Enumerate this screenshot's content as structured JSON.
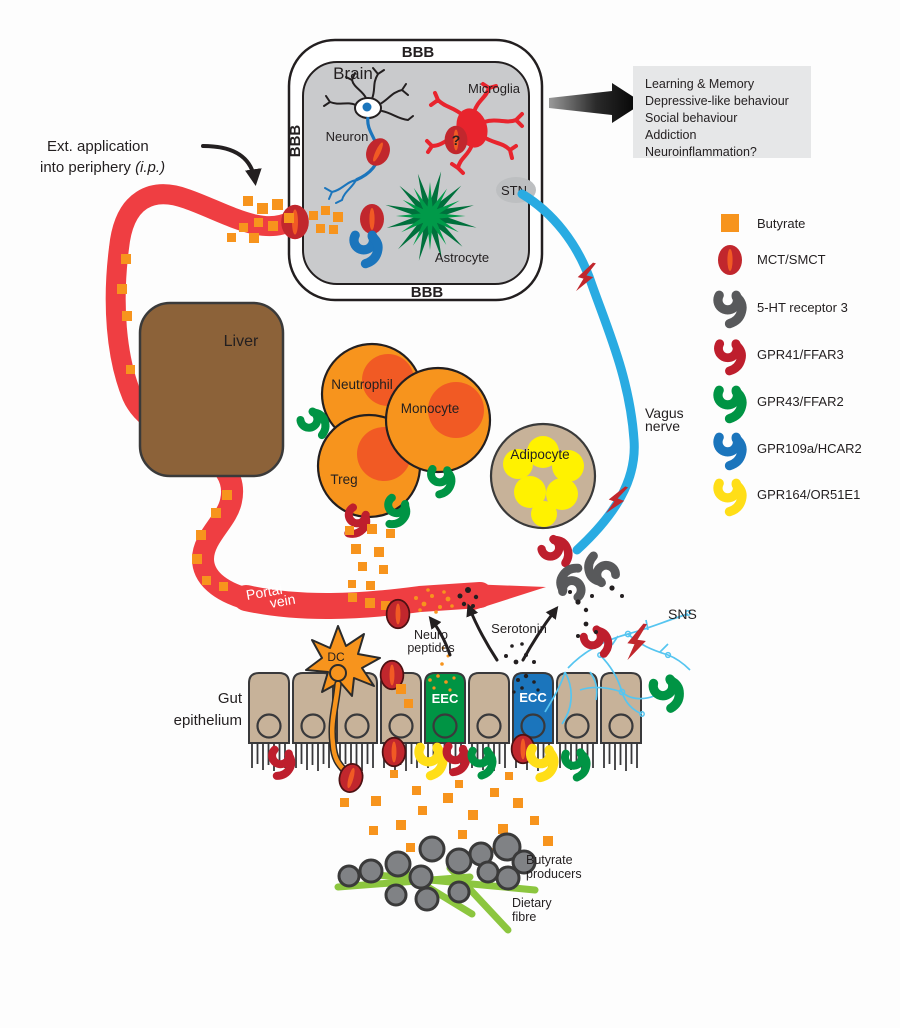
{
  "colors": {
    "ink": "#231F20",
    "butyrate": "#F7941D",
    "vessel": "#EF3E42",
    "mct": "#C1272D",
    "mct_slit": "#F15A24",
    "receptor_red": "#BE1E2D",
    "receptor_green": "#009444",
    "receptor_blue": "#1B75BC",
    "receptor_yellow": "#FFDE17",
    "receptor_gray": "#58595B",
    "vagus": "#29ABE2",
    "sns": "#56C5F0",
    "liver": "#8C6239",
    "immune_cell": "#F7941D",
    "immune_nucleus": "#F15A24",
    "adipocyte_bg": "#C7B299",
    "fat": "#FFF200",
    "epithelium": "#C7B299",
    "eec": "#009444",
    "ecc": "#1B75BC",
    "brain_bg": "#C9CACC",
    "fibre": "#8CC63F",
    "bacteria": "#808285",
    "outcomes_bg": "#E6E7E8",
    "microglia": "#E8242D",
    "astrocyte_dark": "#00703C",
    "astrocyte_bright": "#009A49",
    "neuron_blue": "#1B75BC",
    "dc_orange": "#F7941D",
    "bolt_red": "#C1272D",
    "stn_gray": "#BDBFC1"
  },
  "brain": {
    "label": "Brain",
    "bbb_top": "BBB",
    "bbb_left": "BBB",
    "bbb_bottom": "BBB",
    "neuron": "Neuron",
    "microglia": "Microglia",
    "astrocyte": "Astrocyte",
    "stn": "STN",
    "unknown_receptor": "?"
  },
  "outcomes": {
    "lines": [
      "Learning & Memory",
      "Depressive-like behaviour",
      "Social behaviour",
      "Addiction",
      "Neuroinflammation?"
    ]
  },
  "legend": {
    "items": [
      {
        "label": "Butyrate"
      },
      {
        "label": "MCT/SMCT"
      },
      {
        "label": "5-HT receptor 3"
      },
      {
        "label": "GPR41/FFAR3"
      },
      {
        "label": "GPR43/FFAR2"
      },
      {
        "label": "GPR109a/HCAR2"
      },
      {
        "label": "GPR164/OR51E1"
      }
    ]
  },
  "labels": {
    "ext_application_l1": "Ext. application",
    "ext_application_l2": "into periphery ",
    "ext_application_ip": "(i.p.)",
    "liver": "Liver",
    "neutrophil": "Neutrophil",
    "monocyte": "Monocyte",
    "treg": "Treg",
    "adipocyte": "Adipocyte",
    "vagus_l1": "Vagus",
    "vagus_l2": "nerve",
    "portal_l1": "Portal",
    "portal_l2": "vein",
    "neuro_l1": "Neuro",
    "neuro_l2": "peptides",
    "serotonin": "Serotonin",
    "sns": "SNS",
    "gut_l1": "Gut",
    "gut_l2": "epithelium",
    "dc": "DC",
    "eec": "EEC",
    "ecc": "ECC",
    "butyrate_producers_l1": "Butyrate",
    "butyrate_producers_l2": "producers",
    "dietary_fibre_l1": "Dietary",
    "dietary_fibre_l2": "fibre"
  }
}
